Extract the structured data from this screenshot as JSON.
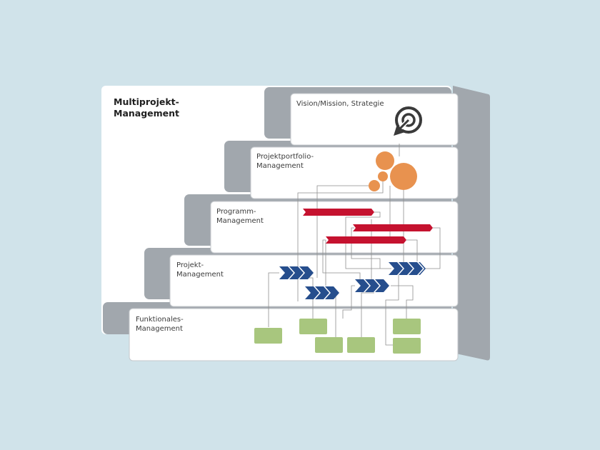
{
  "diagram": {
    "title": "Multiprojekt-\nManagement",
    "layers": [
      {
        "id": "vision",
        "label": "Vision/Mission, Strategie"
      },
      {
        "id": "portfolio",
        "label": "Projektportfolio-\nManagement"
      },
      {
        "id": "programm",
        "label": "Programm-\nManagement"
      },
      {
        "id": "projekt",
        "label": "Projekt-\nManagement"
      },
      {
        "id": "funktional",
        "label": "Funktionales-\nManagement"
      }
    ],
    "icons": {
      "strategy": "target-arrow-icon"
    },
    "colors": {
      "background": "#d0e3ea",
      "panel": "#ffffff",
      "step_gray": "#a1a7ad",
      "portfolio_circles": "#e8924f",
      "program_bars": "#c5122f",
      "project_chevrons": "#264e8d",
      "functional_boxes": "#a8c67e",
      "connectors": "#8f8f8f"
    }
  }
}
